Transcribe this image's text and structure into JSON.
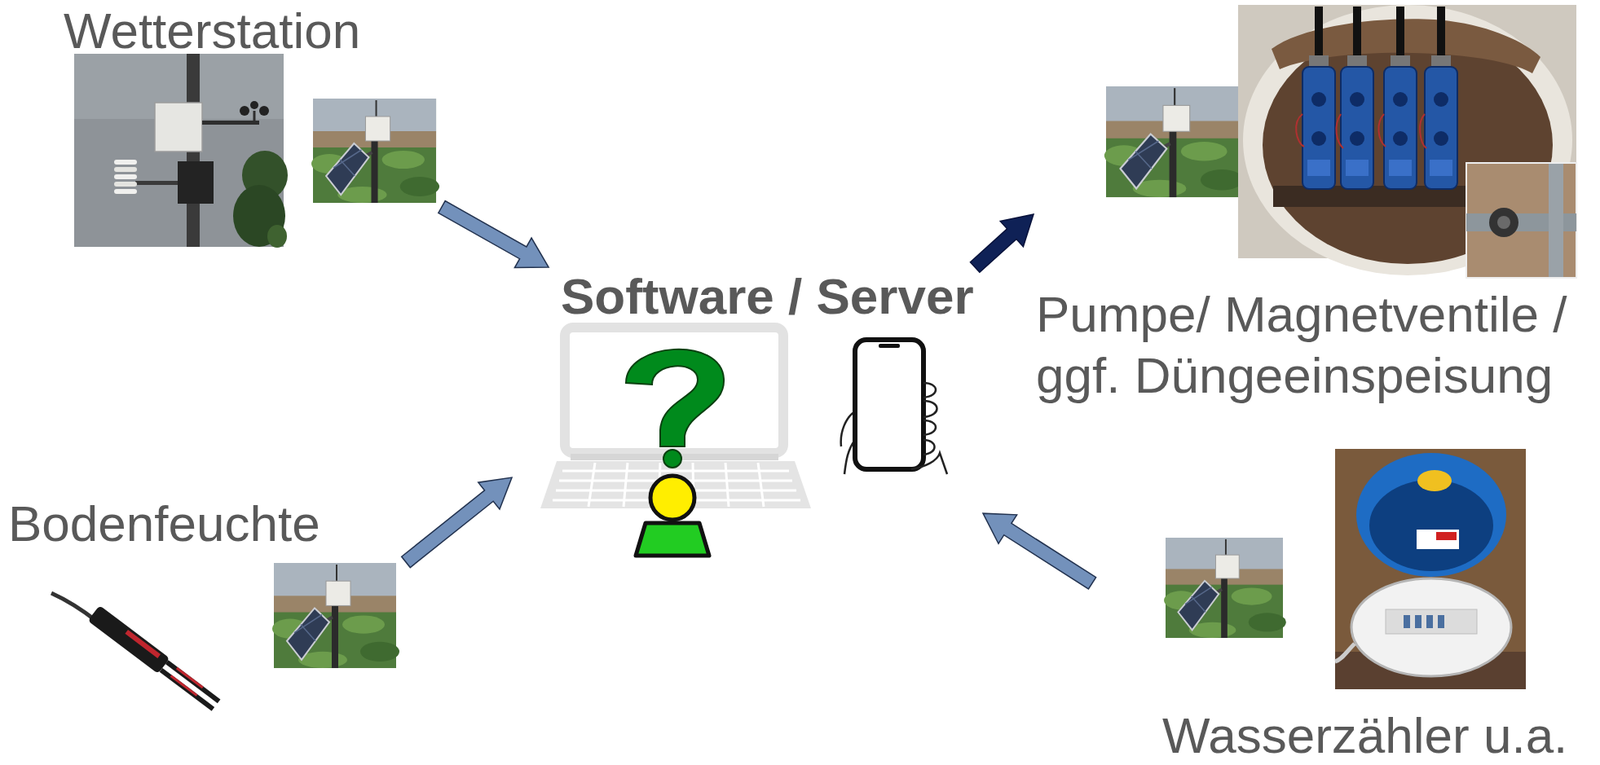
{
  "diagram": {
    "nodes": [
      {
        "text": [
          "Wetterstation"
        ]
      },
      {
        "text": [
          "Software / Server"
        ]
      },
      {
        "text": [
          "Pumpe/ Magnetventile / ggf. Düngeeinspeisung"
        ]
      },
      {
        "text": [
          "Bodenfeuchte"
        ]
      },
      {
        "text": [
          "Wasserzähler u.a."
        ]
      }
    ],
    "edges": [
      {
        "from": 0,
        "to": 1,
        "arrow": "to"
      },
      {
        "from": 3,
        "to": 1,
        "arrow": "to"
      },
      {
        "from": 1,
        "to": 2,
        "arrow": "to"
      },
      {
        "from": 4,
        "to": 1,
        "arrow": "to"
      }
    ]
  }
}
